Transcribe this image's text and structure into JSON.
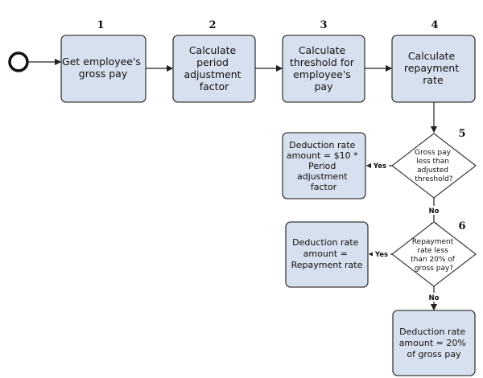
{
  "start": {
    "label": ""
  },
  "steps": {
    "s1": {
      "number": "1",
      "lines": [
        "Get employee's",
        "gross pay"
      ]
    },
    "s2": {
      "number": "2",
      "lines": [
        "Calculate",
        "period",
        "adjustment",
        "factor"
      ]
    },
    "s3": {
      "number": "3",
      "lines": [
        "Calculate",
        "threshold for",
        "employee's",
        "pay"
      ]
    },
    "s4": {
      "number": "4",
      "lines": [
        "Calculate",
        "repayment",
        "rate"
      ]
    }
  },
  "decisions": {
    "d5": {
      "number": "5",
      "lines": [
        "Gross pay",
        "less than",
        "adjusted",
        "threshold?"
      ]
    },
    "d6": {
      "number": "6",
      "lines": [
        "Repayment",
        "rate less",
        "than 20% of",
        "gross pay?"
      ]
    }
  },
  "results": {
    "r1": {
      "lines": [
        "Deduction rate",
        "amount = $10 *",
        "Period",
        "adjustment",
        "factor"
      ]
    },
    "r2": {
      "lines": [
        "Deduction rate",
        "amount =",
        "Repayment rate"
      ]
    },
    "r3": {
      "lines": [
        "Deduction rate",
        "amount = 20%",
        "of gross pay"
      ]
    }
  },
  "edge_labels": {
    "yes1": "Yes",
    "no1": "No",
    "yes2": "Yes",
    "no2": "No"
  },
  "colors": {
    "box_fill": "#d6e0ef",
    "box_stroke": "#3a3a3a",
    "diamond_fill": "#ffffff",
    "line": "#222222"
  }
}
